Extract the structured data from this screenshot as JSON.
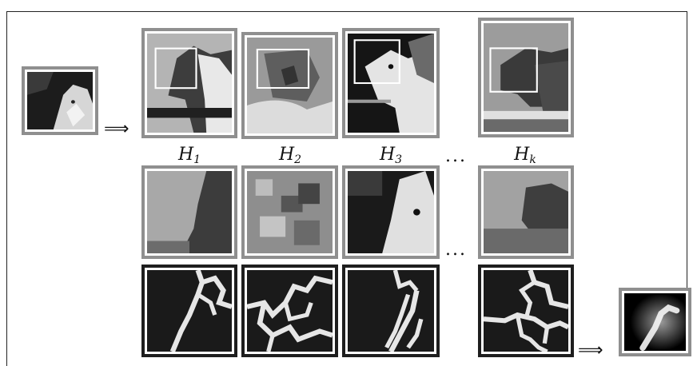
{
  "labels": {
    "h1": "H",
    "h1_sub": "1",
    "h2": "H",
    "h2_sub": "2",
    "h3": "H",
    "h3_sub": "3",
    "hk": "H",
    "hk_sub": "k",
    "dots_row1": "...",
    "dots_row2": "...",
    "arrow": "⟹"
  },
  "colors": {
    "tile_border": "#8f8f8f",
    "edge_border": "#1e1e1e",
    "edge_fill": "#e6e6e6",
    "edge_bg": "#1a1a1a"
  }
}
